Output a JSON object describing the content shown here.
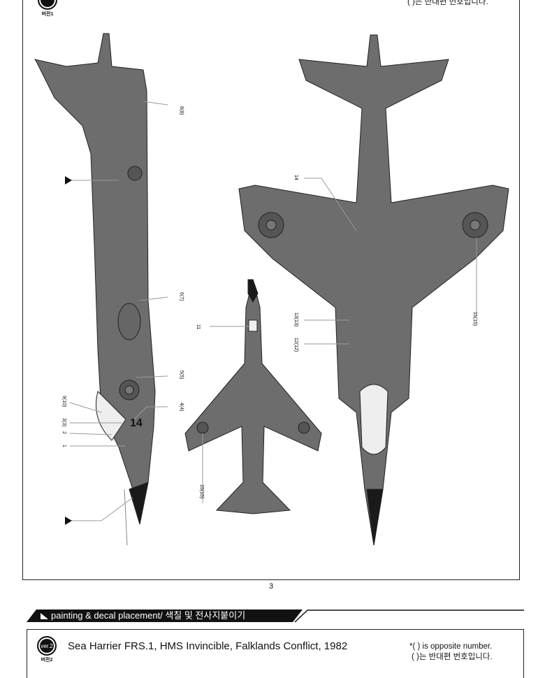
{
  "top_section": {
    "version_badge_sub": "버전1",
    "note_ko": "(    )는 반대편 번호입니다.",
    "side_view_callouts": [
      "8(8)",
      "6(7)",
      "5(5)",
      "4(4)",
      "9(10)",
      "3(3)",
      "2",
      "1"
    ],
    "side_view_markers": [
      "1",
      "1"
    ],
    "small_top_view_callouts": [
      "11",
      "15(15)"
    ],
    "bottom_view_callouts": [
      "14",
      "13(13)",
      "12(12)",
      "15(15)"
    ],
    "fuselage_code": "14"
  },
  "page_number": "3",
  "section_header": "painting & decal placement/ 색칠 및 전사지붙이기",
  "version2": {
    "badge": "ver.2",
    "badge_sub": "버전2",
    "title": "Sea Harrier FRS.1, HMS Invincible, Falklands Conflict, 1982",
    "note_en": "*(    ) is opposite number.",
    "note_ko": "(    )는 반대편 번호입니다."
  },
  "colors": {
    "aircraft_gray": "#6d6d6d",
    "dark": "#1a1a1a"
  }
}
